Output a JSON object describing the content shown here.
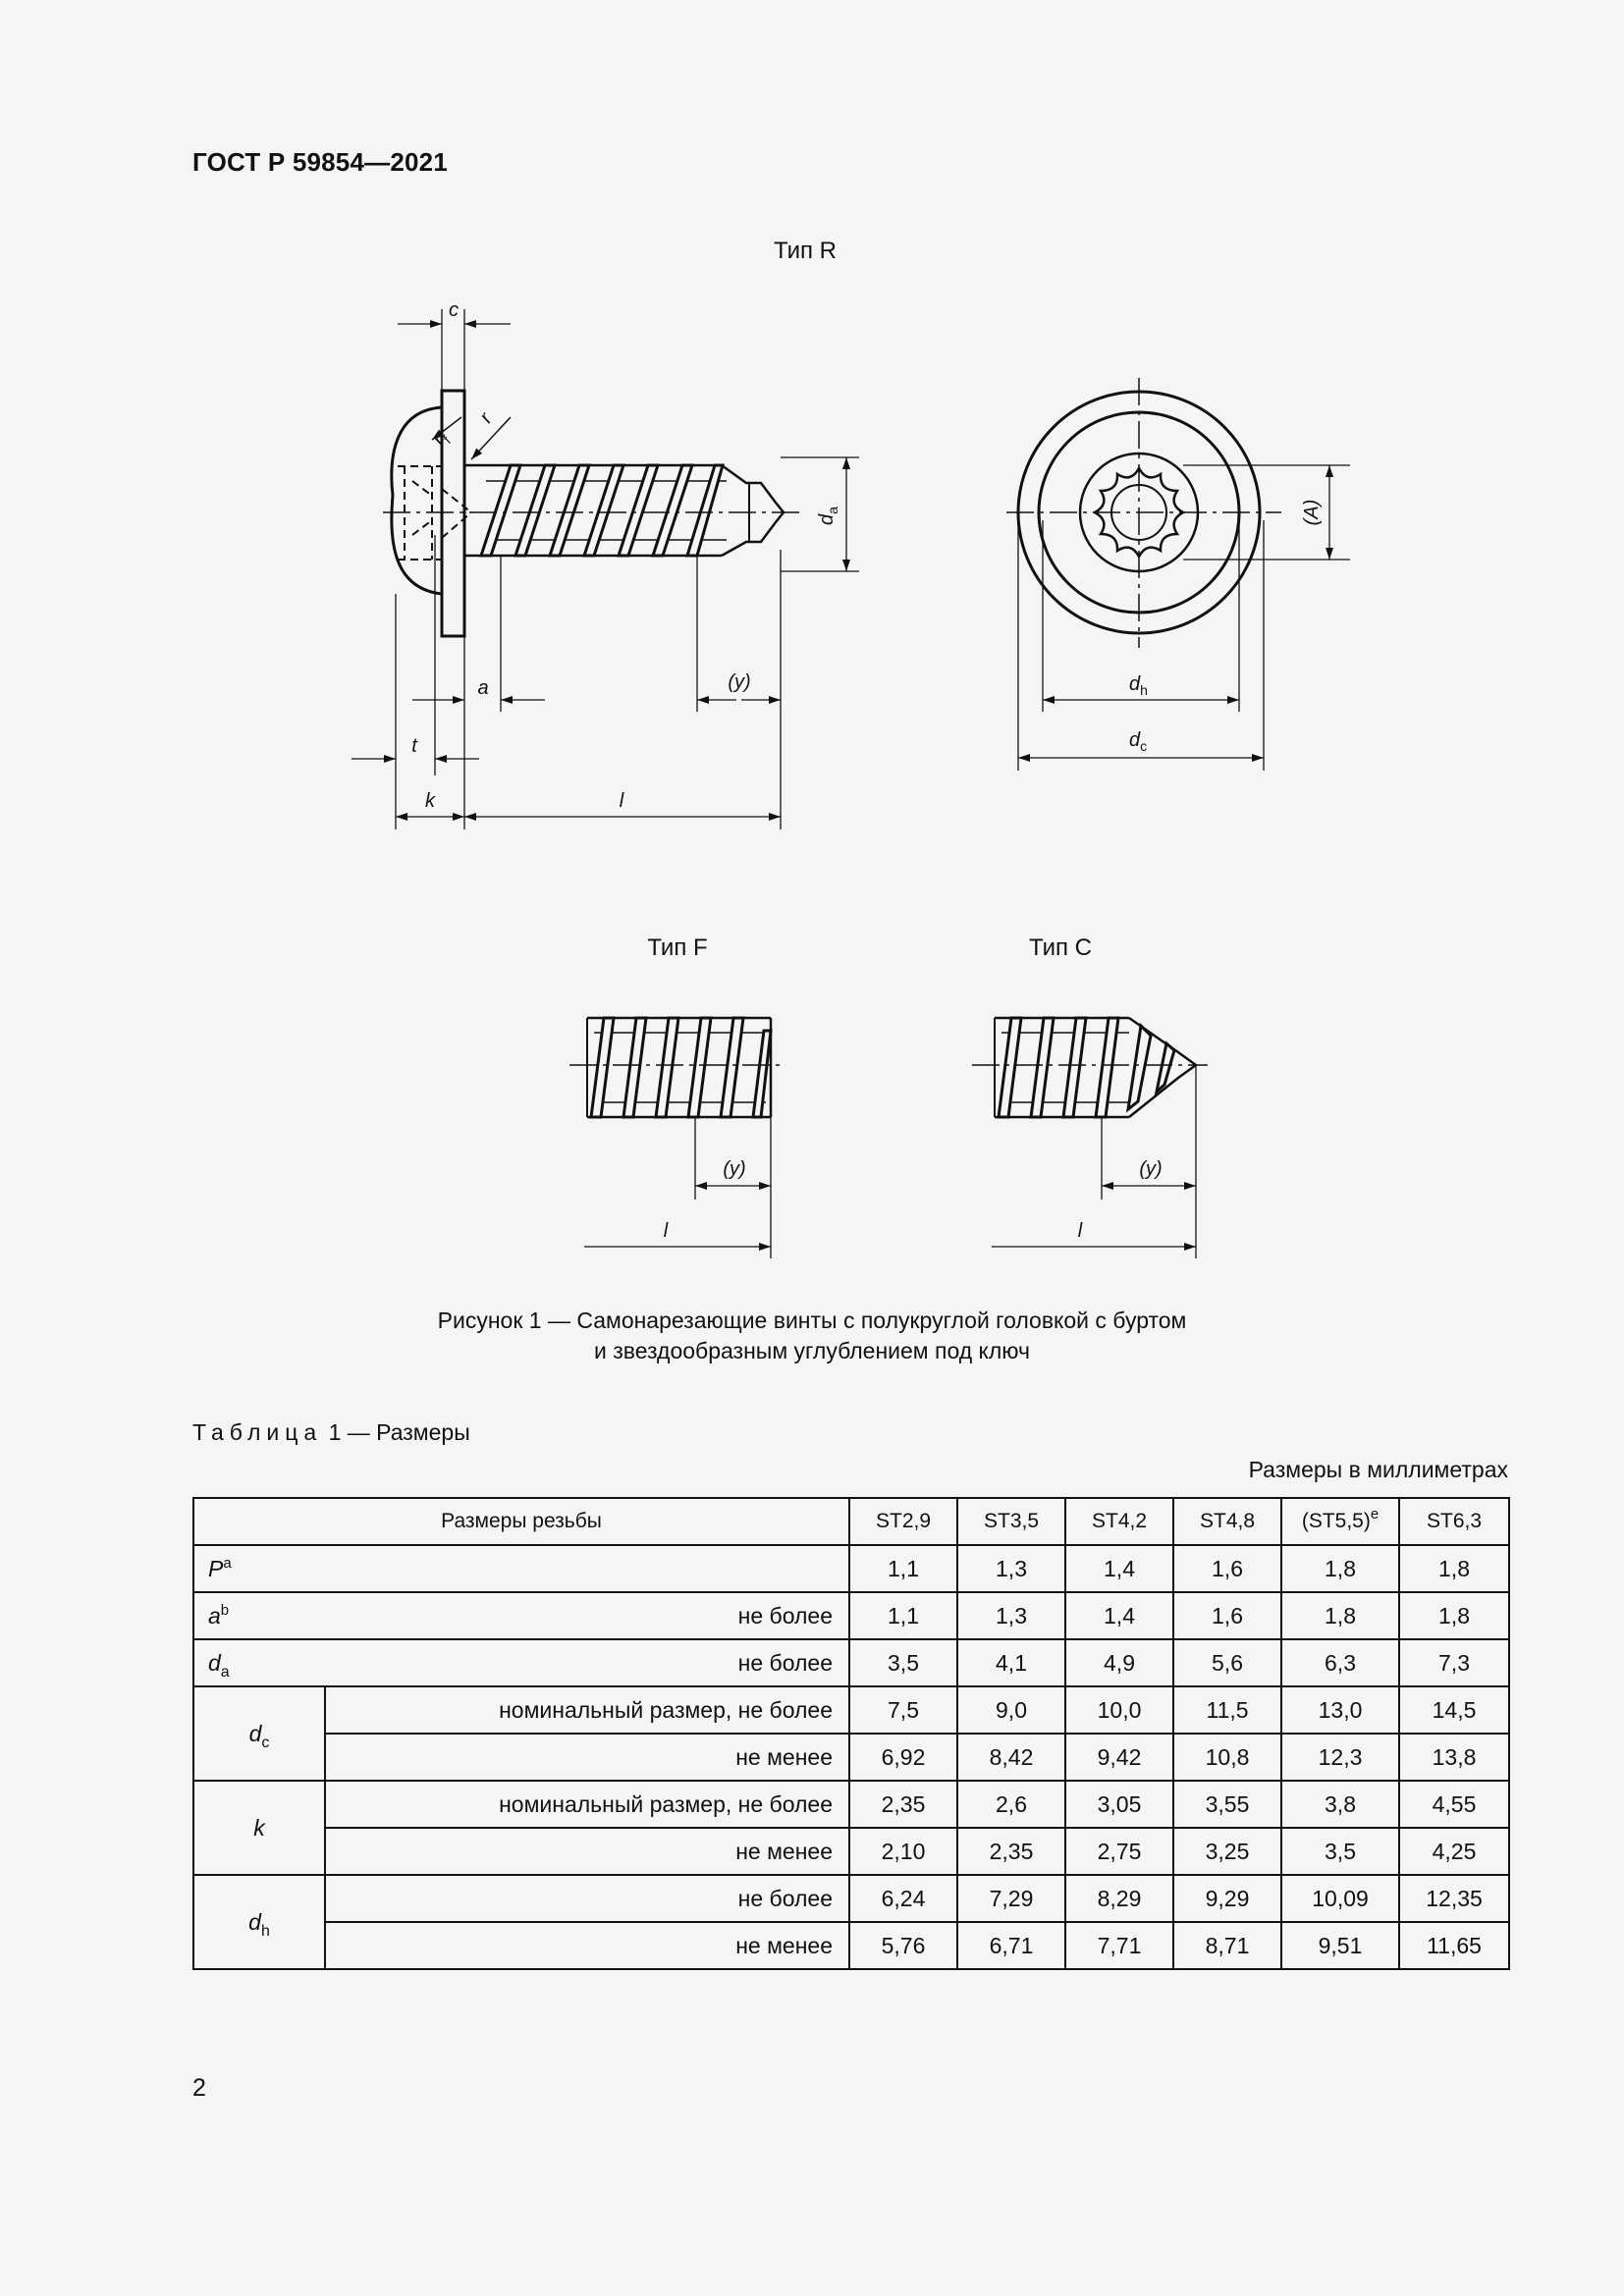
{
  "header": {
    "standard": "ГОСТ Р 59854—2021"
  },
  "figures": {
    "type_r": {
      "title": "Тип R",
      "dims": {
        "c": "c",
        "rf_main": "r",
        "rf_sub": "f",
        "r": "r",
        "da_main": "d",
        "da_sub": "a",
        "a": "a",
        "y": "(y)",
        "t": "t",
        "k": "k",
        "l": "l",
        "A": "(A)",
        "dh_main": "d",
        "dh_sub": "h",
        "dc_main": "d",
        "dc_sub": "c"
      }
    },
    "type_f": {
      "title": "Тип F",
      "y": "(y)",
      "l": "l"
    },
    "type_c": {
      "title": "Тип C",
      "y": "(y)",
      "l": "l"
    }
  },
  "caption": {
    "line1": "Рисунок 1 — Самонарезающие винты с полукруглой головкой с буртом",
    "line2": "и звездообразным углублением под ключ"
  },
  "table": {
    "title_word": "Таблица",
    "title_rest": "1 — Размеры",
    "units": "Размеры в миллиметрах",
    "header_label": "Размеры резьбы",
    "columns": [
      "ST2,9",
      "ST3,5",
      "ST4,2",
      "ST4,8",
      "(ST5,5)",
      "ST6,3"
    ],
    "col5_sup": "e",
    "rows": {
      "P": {
        "sym": "P",
        "sup": "a",
        "label": "",
        "values": [
          "1,1",
          "1,3",
          "1,4",
          "1,6",
          "1,8",
          "1,8"
        ]
      },
      "a": {
        "sym": "a",
        "sup": "b",
        "label": "не более",
        "values": [
          "1,1",
          "1,3",
          "1,4",
          "1,6",
          "1,8",
          "1,8"
        ]
      },
      "da": {
        "sym": "d",
        "sub": "a",
        "label": "не более",
        "values": [
          "3,5",
          "4,1",
          "4,9",
          "5,6",
          "6,3",
          "7,3"
        ]
      },
      "dc": {
        "sym": "d",
        "sub": "c",
        "rows": [
          {
            "label": "номинальный размер, не более",
            "values": [
              "7,5",
              "9,0",
              "10,0",
              "11,5",
              "13,0",
              "14,5"
            ]
          },
          {
            "label": "не менее",
            "values": [
              "6,92",
              "8,42",
              "9,42",
              "10,8",
              "12,3",
              "13,8"
            ]
          }
        ]
      },
      "k": {
        "sym": "k",
        "rows": [
          {
            "label": "номинальный размер, не более",
            "values": [
              "2,35",
              "2,6",
              "3,05",
              "3,55",
              "3,8",
              "4,55"
            ]
          },
          {
            "label": "не менее",
            "values": [
              "2,10",
              "2,35",
              "2,75",
              "3,25",
              "3,5",
              "4,25"
            ]
          }
        ]
      },
      "dh": {
        "sym": "d",
        "sub": "h",
        "rows": [
          {
            "label": "не более",
            "values": [
              "6,24",
              "7,29",
              "8,29",
              "9,29",
              "10,09",
              "12,35"
            ]
          },
          {
            "label": "не менее",
            "values": [
              "5,76",
              "6,71",
              "7,71",
              "8,71",
              "9,51",
              "11,65"
            ]
          }
        ]
      }
    }
  },
  "page_number": "2"
}
